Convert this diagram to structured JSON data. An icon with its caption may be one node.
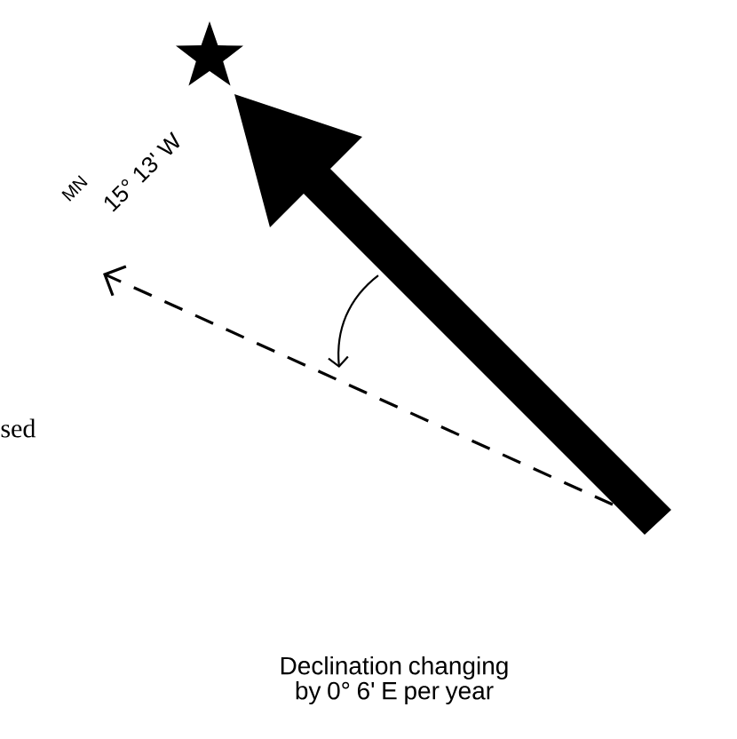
{
  "diagram": {
    "labels": [
      "MN",
      "15° 13' W",
      "sed",
      "Declination changing by 0° 6' E per year"
    ]
  }
}
